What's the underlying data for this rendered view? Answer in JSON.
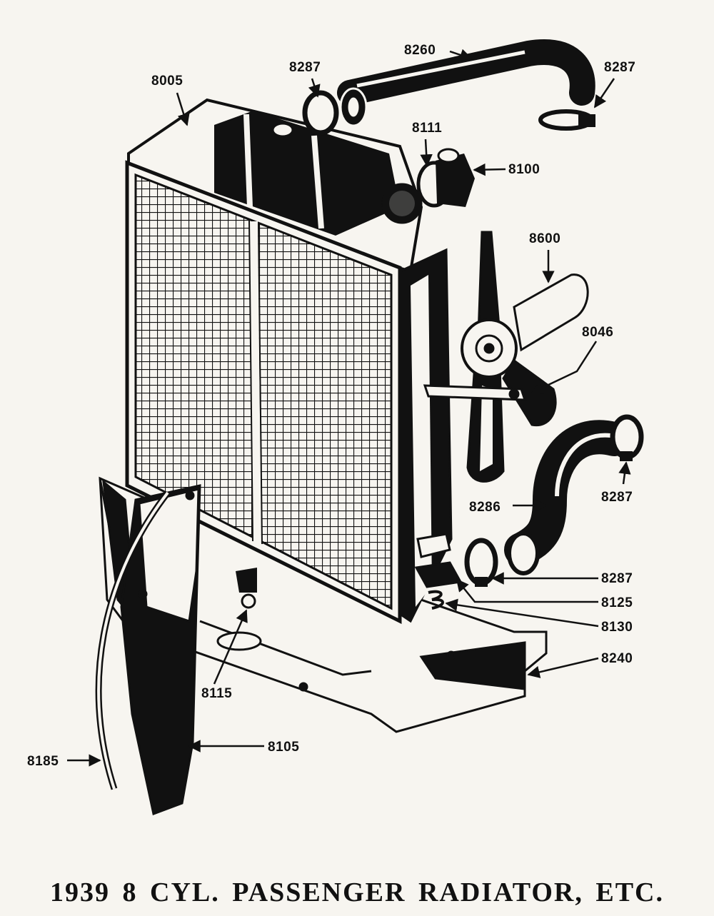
{
  "caption": "1939 8 CYL. PASSENGER RADIATOR, ETC.",
  "colors": {
    "ink": "#111111",
    "paper": "#f7f5f0"
  },
  "parts": [
    {
      "number": "8005"
    },
    {
      "number": "8287"
    },
    {
      "number": "8260"
    },
    {
      "number": "8287"
    },
    {
      "number": "8111"
    },
    {
      "number": "8100"
    },
    {
      "number": "8600"
    },
    {
      "number": "8046"
    },
    {
      "number": "8286"
    },
    {
      "number": "8287"
    },
    {
      "number": "8287"
    },
    {
      "number": "8125"
    },
    {
      "number": "8130"
    },
    {
      "number": "8240"
    },
    {
      "number": "8115"
    },
    {
      "number": "8105"
    },
    {
      "number": "8185"
    }
  ]
}
